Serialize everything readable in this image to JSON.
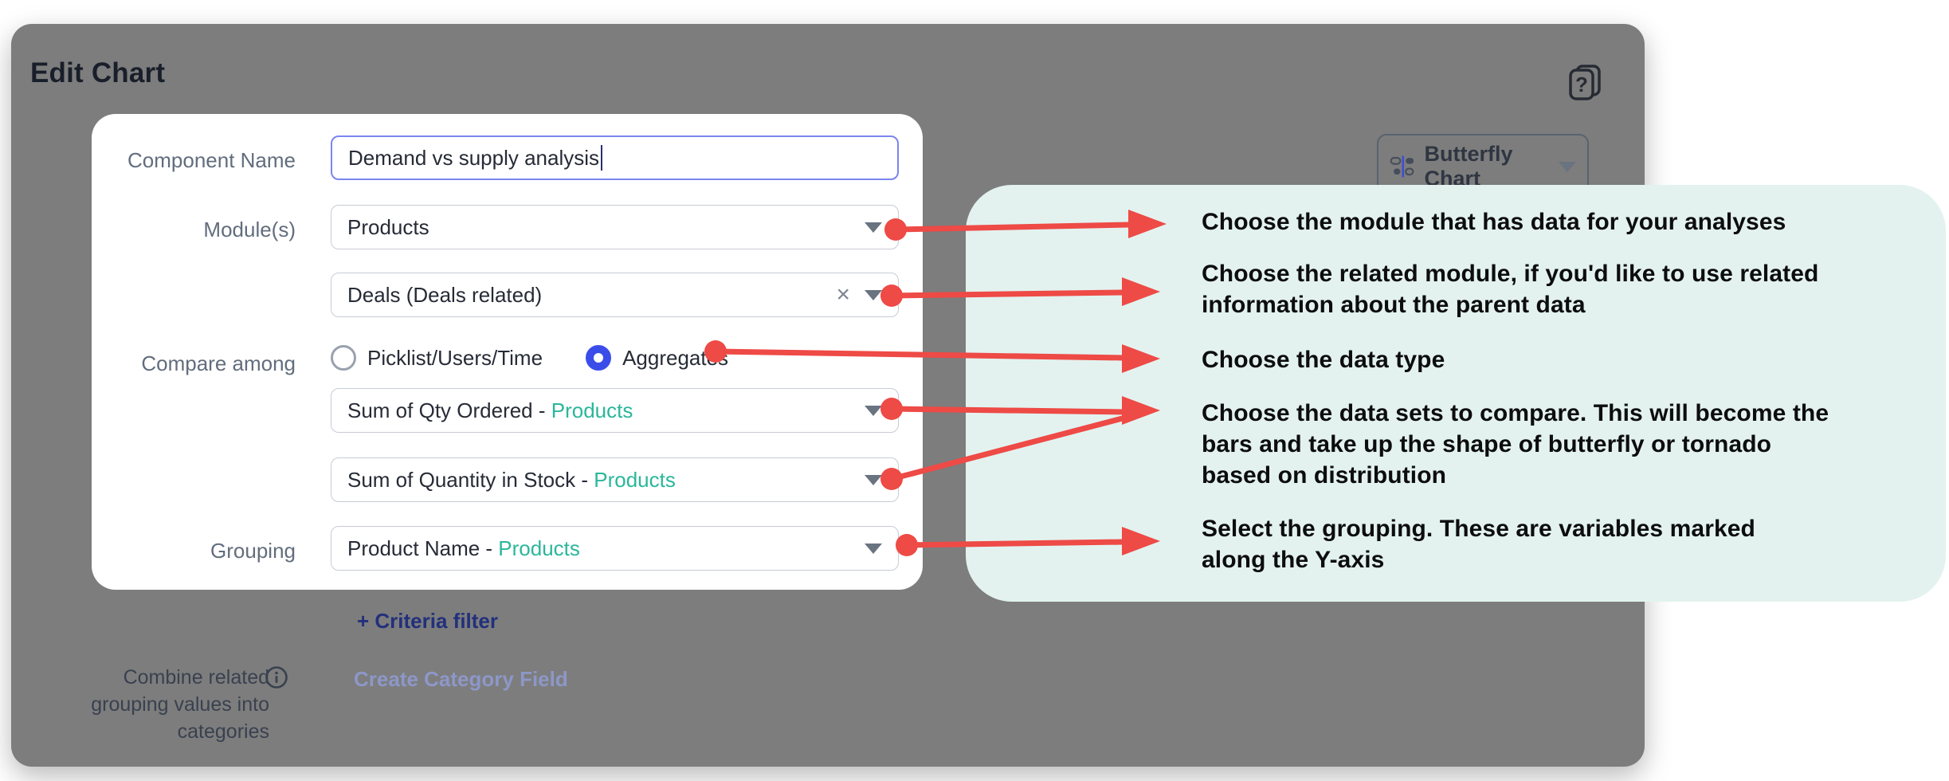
{
  "dialog": {
    "title": "Edit Chart",
    "chart_type": {
      "label": "Butterfly Chart"
    },
    "form": {
      "component_name": {
        "label": "Component Name",
        "value": "Demand vs supply analysis"
      },
      "modules": {
        "label": "Module(s)",
        "value": "Products"
      },
      "related_module": {
        "value": "Deals (Deals related)",
        "clearable": true
      },
      "compare_among": {
        "label": "Compare among",
        "options": [
          {
            "label": "Picklist/Users/Time",
            "selected": false
          },
          {
            "label": "Aggregates",
            "selected": true
          }
        ]
      },
      "aggregate_1": {
        "field": "Sum of Qty Ordered - ",
        "module": "Products"
      },
      "aggregate_2": {
        "field": "Sum of Quantity in Stock - ",
        "module": "Products"
      },
      "grouping": {
        "label": "Grouping",
        "field": "Product Name - ",
        "module": "Products"
      }
    },
    "criteria_filter_label": "+ Criteria filter",
    "combine_related": {
      "lines": [
        "Combine related",
        "grouping values into",
        "categories"
      ]
    },
    "create_category_label": "Create Category Field"
  },
  "annotations": {
    "tips": [
      {
        "lines": [
          "Choose the module that has data for your analyses"
        ]
      },
      {
        "lines": [
          "Choose the related module, if you'd like to use related",
          "information about the parent data"
        ]
      },
      {
        "lines": [
          "Choose the data type"
        ]
      },
      {
        "lines": [
          "Choose the data sets to compare. This will become the",
          "bars and take up the shape of butterfly or tornado",
          "based on distribution"
        ]
      },
      {
        "lines": [
          "Select the grouping. These are variables marked",
          "along the Y-axis"
        ]
      }
    ]
  },
  "icons": {
    "dropdown_caret": "caret-down",
    "clear_x": "×",
    "help_docs": "help-docs",
    "info": "i",
    "butterfly_chart": "butterfly-chart"
  },
  "colors": {
    "dialog_gray": "#7d7d7d",
    "bubble_mint": "#e3f2ef",
    "arrow_red": "#ee4a46",
    "module_teal": "#2ab79b",
    "focus_blue": "#7b85f0",
    "radio_blue": "#3b4de8",
    "criteria_navy": "#22307c",
    "muted_link": "#8d97c8"
  }
}
